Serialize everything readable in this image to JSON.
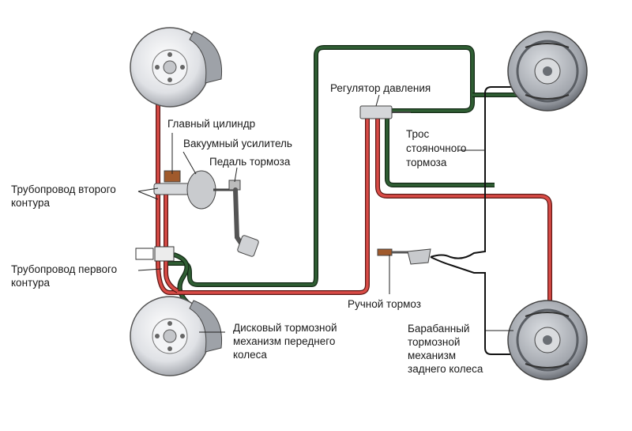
{
  "labels": {
    "master_cylinder": "Главный цилиндр",
    "vacuum_booster": "Вакуумный усилитель",
    "brake_pedal": "Педаль тормоза",
    "second_circuit": [
      "Трубопровод второго",
      "контура"
    ],
    "first_circuit": [
      "Трубопровод первого",
      "контура"
    ],
    "pressure_regulator": "Регулятор давления",
    "parking_cable": [
      "Трос",
      "стояночного",
      "тормоза"
    ],
    "hand_brake": "Ручной тормоз",
    "disc_mechanism": [
      "Дисковый тормозной",
      "механизм переднего",
      "колеса"
    ],
    "drum_mechanism": [
      "Барабанный",
      "тормозной",
      "механизм",
      "заднего колеса"
    ]
  },
  "colors": {
    "circuit_1_line": "#d94b46",
    "circuit_2_line": "#2f5e33",
    "cable_line": "#111111",
    "disc": "#e6e7ea",
    "drum": "#b9bcc2"
  }
}
